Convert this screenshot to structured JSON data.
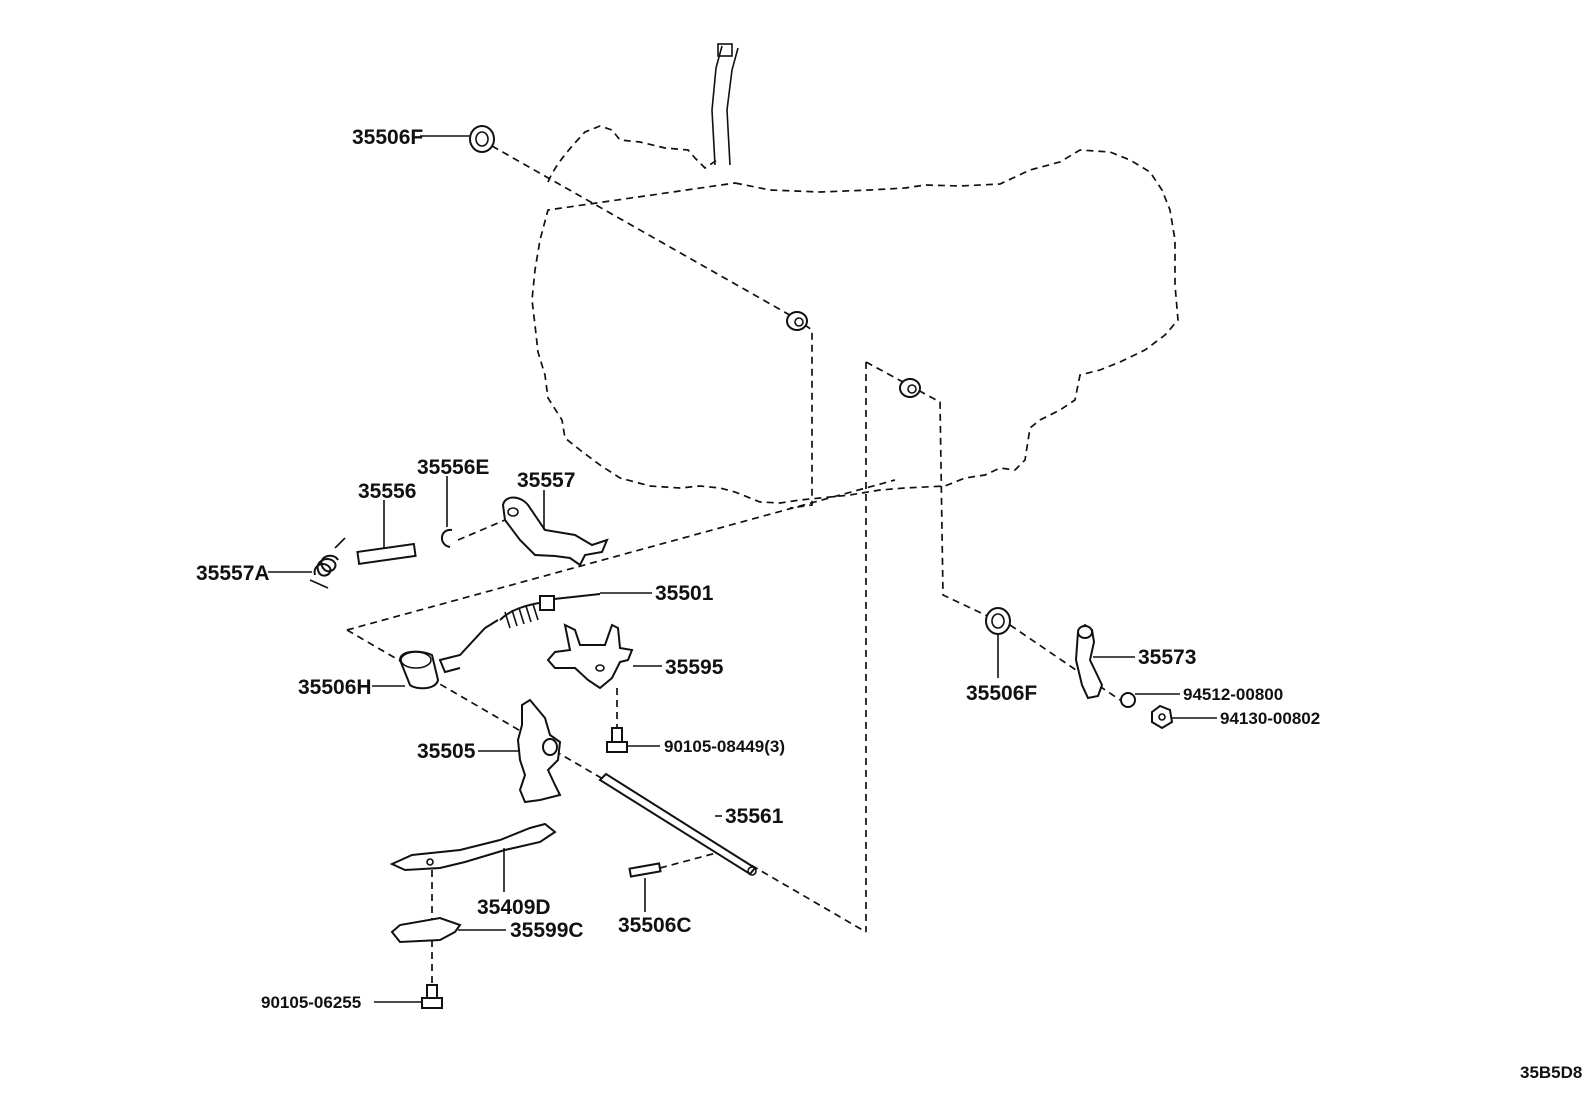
{
  "diagram": {
    "code": "35B5D8",
    "labels": {
      "p35506F_top": "35506F",
      "p35557A": "35557A",
      "p35556": "35556",
      "p35556E": "35556E",
      "p35557": "35557",
      "p35501": "35501",
      "p35595": "35595",
      "p35506H": "35506H",
      "p90105_08449": "90105-08449(3)",
      "p35505": "35505",
      "p35561": "35561",
      "p35409D": "35409D",
      "p35599C": "35599C",
      "p35506C": "35506C",
      "p90105_06255": "90105-06255",
      "p35506F_right": "35506F",
      "p35573": "35573",
      "p94512_00800": "94512-00800",
      "p94130_00802": "94130-00802"
    }
  }
}
